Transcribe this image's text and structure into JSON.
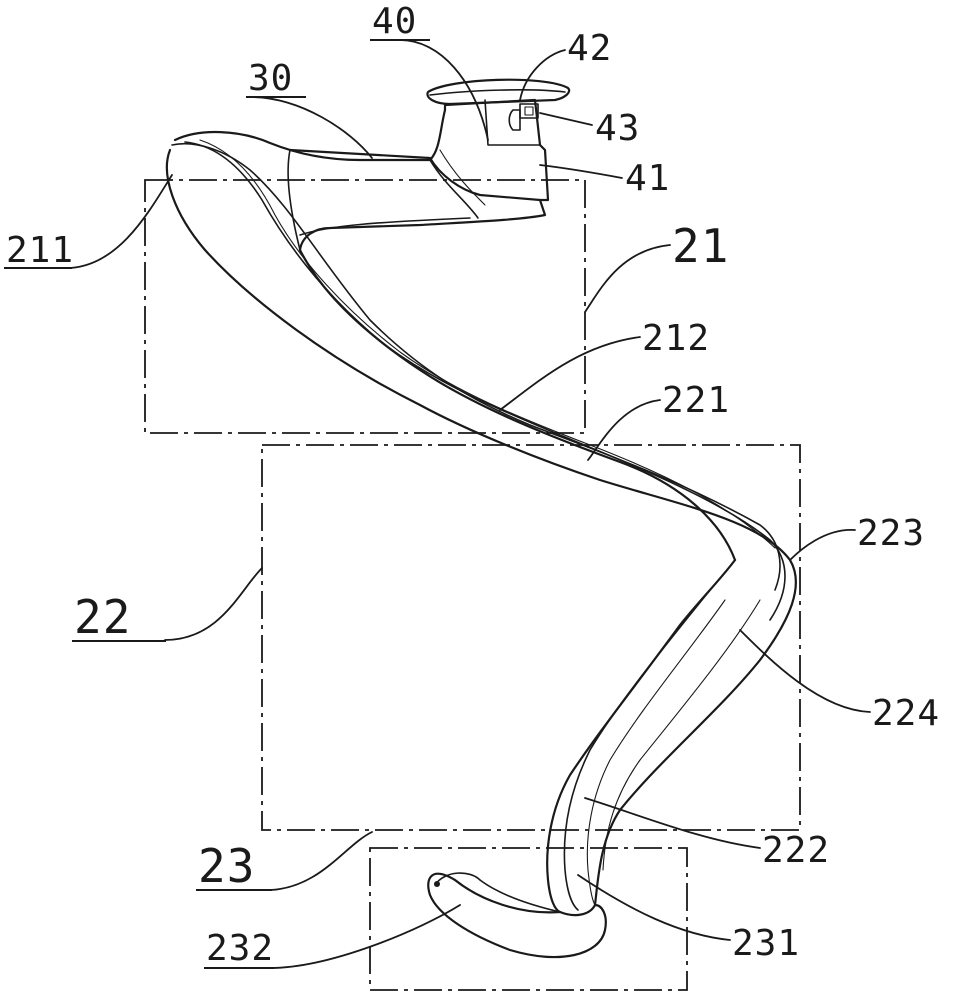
{
  "labels": {
    "l40": "40",
    "l42": "42",
    "l30": "30",
    "l43": "43",
    "l41": "41",
    "l211": "211",
    "l21": "21",
    "l212": "212",
    "l221": "221",
    "l223": "223",
    "l22": "22",
    "l224": "224",
    "l222": "222",
    "l23": "23",
    "l231": "231",
    "l232": "232"
  }
}
